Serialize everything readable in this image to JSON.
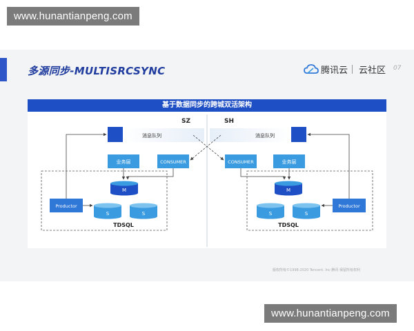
{
  "watermark": {
    "top_text": "www.hunantianpeng.com",
    "bottom_text": "www.hunantianpeng.com"
  },
  "slide": {
    "title": "多源同步-MULTISRCSYNC",
    "brand": {
      "name": "腾讯云",
      "community": "云社区"
    },
    "page_number": "07",
    "copyright": "版权所有©1998-2020 Tencent. Inc 腾讯 保留所有权利"
  },
  "diagram": {
    "banner_title": "基于数据同步的跨城双活架构",
    "left": {
      "region": "SZ",
      "queue_label": "消息队列",
      "business_label": "业务层",
      "consumer_label": "CONSUMER",
      "productor_label": "Productor",
      "master_label": "M",
      "slave_label": "S",
      "db_label": "TDSQL"
    },
    "right": {
      "region": "SH",
      "queue_label": "消息队列",
      "business_label": "业务层",
      "consumer_label": "CONSUMER",
      "productor_label": "Productor",
      "master_label": "M",
      "slave_label": "S",
      "db_label": "TDSQL"
    },
    "colors": {
      "dark": "#1f4fc4",
      "mid": "#2f78d8",
      "light": "#3a9be0"
    }
  }
}
